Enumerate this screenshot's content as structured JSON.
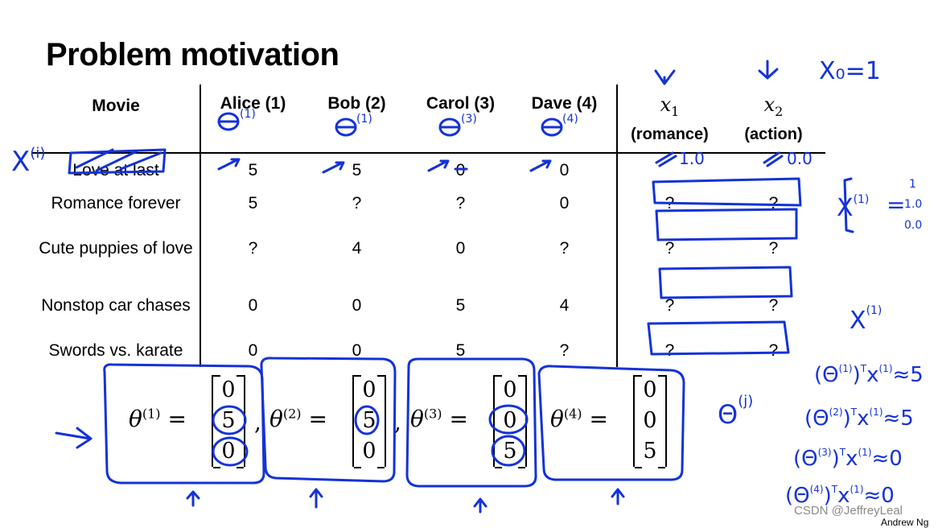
{
  "slide": {
    "title": "Problem motivation",
    "author": "Andrew Ng"
  },
  "table": {
    "header": {
      "movie": "Movie",
      "users": [
        "Alice (1)",
        "Bob (2)",
        "Carol (3)",
        "Dave (4)"
      ],
      "features": [
        {
          "symbol": "x",
          "sub": "1",
          "label": "(romance)"
        },
        {
          "symbol": "x",
          "sub": "2",
          "label": "(action)"
        }
      ]
    },
    "rows": [
      {
        "movie": "Love at last",
        "ratings": [
          "5",
          "5",
          "0",
          "0"
        ],
        "features": [
          "",
          ""
        ]
      },
      {
        "movie": "Romance forever",
        "ratings": [
          "5",
          "?",
          "?",
          "0"
        ],
        "features": [
          "?",
          "?"
        ]
      },
      {
        "movie": "Cute puppies of love",
        "ratings": [
          "?",
          "4",
          "0",
          "?"
        ],
        "features": [
          "?",
          "?"
        ]
      },
      {
        "movie": "Nonstop car chases",
        "ratings": [
          "0",
          "0",
          "5",
          "4"
        ],
        "features": [
          "?",
          "?"
        ]
      },
      {
        "movie": "Swords vs. karate",
        "ratings": [
          "0",
          "0",
          "5",
          "?"
        ],
        "features": [
          "?",
          "?"
        ]
      }
    ]
  },
  "vectors": [
    {
      "symbol": "θ",
      "index": "(1)",
      "equals": "=",
      "values": [
        "0",
        "5",
        "0"
      ]
    },
    {
      "symbol": "θ",
      "index": "(2)",
      "equals": "=",
      "values": [
        "0",
        "5",
        "0"
      ]
    },
    {
      "symbol": "θ",
      "index": "(3)",
      "equals": "=",
      "values": [
        "0",
        "0",
        "5"
      ]
    },
    {
      "symbol": "θ",
      "index": "(4)",
      "equals": "=",
      "values": [
        "0",
        "0",
        "5"
      ]
    }
  ],
  "vector_separator": ",",
  "annotations": {
    "x0": "X₀=1",
    "x_i": "X",
    "x_i_sup": "(i)",
    "theta_j": "Θ",
    "theta_j_sup": "(j)",
    "feature_values": [
      "1.0",
      "0.0"
    ],
    "x1_vector_label": "X",
    "x1_vector_sup": "(1)",
    "x1_vector_values": [
      "1",
      "1.0",
      "0.0"
    ],
    "x1_label": "X",
    "x1_label_sup": "(1)",
    "products": [
      {
        "sup": "(1)",
        "approx": "≈5"
      },
      {
        "sup": "(2)",
        "approx": "≈5"
      },
      {
        "sup": "(3)",
        "approx": "≈0"
      },
      {
        "sup": "(4)",
        "approx": "≈0"
      }
    ],
    "ink_color": "#1432d8"
  },
  "watermark": "CSDN @JeffreyLeal"
}
